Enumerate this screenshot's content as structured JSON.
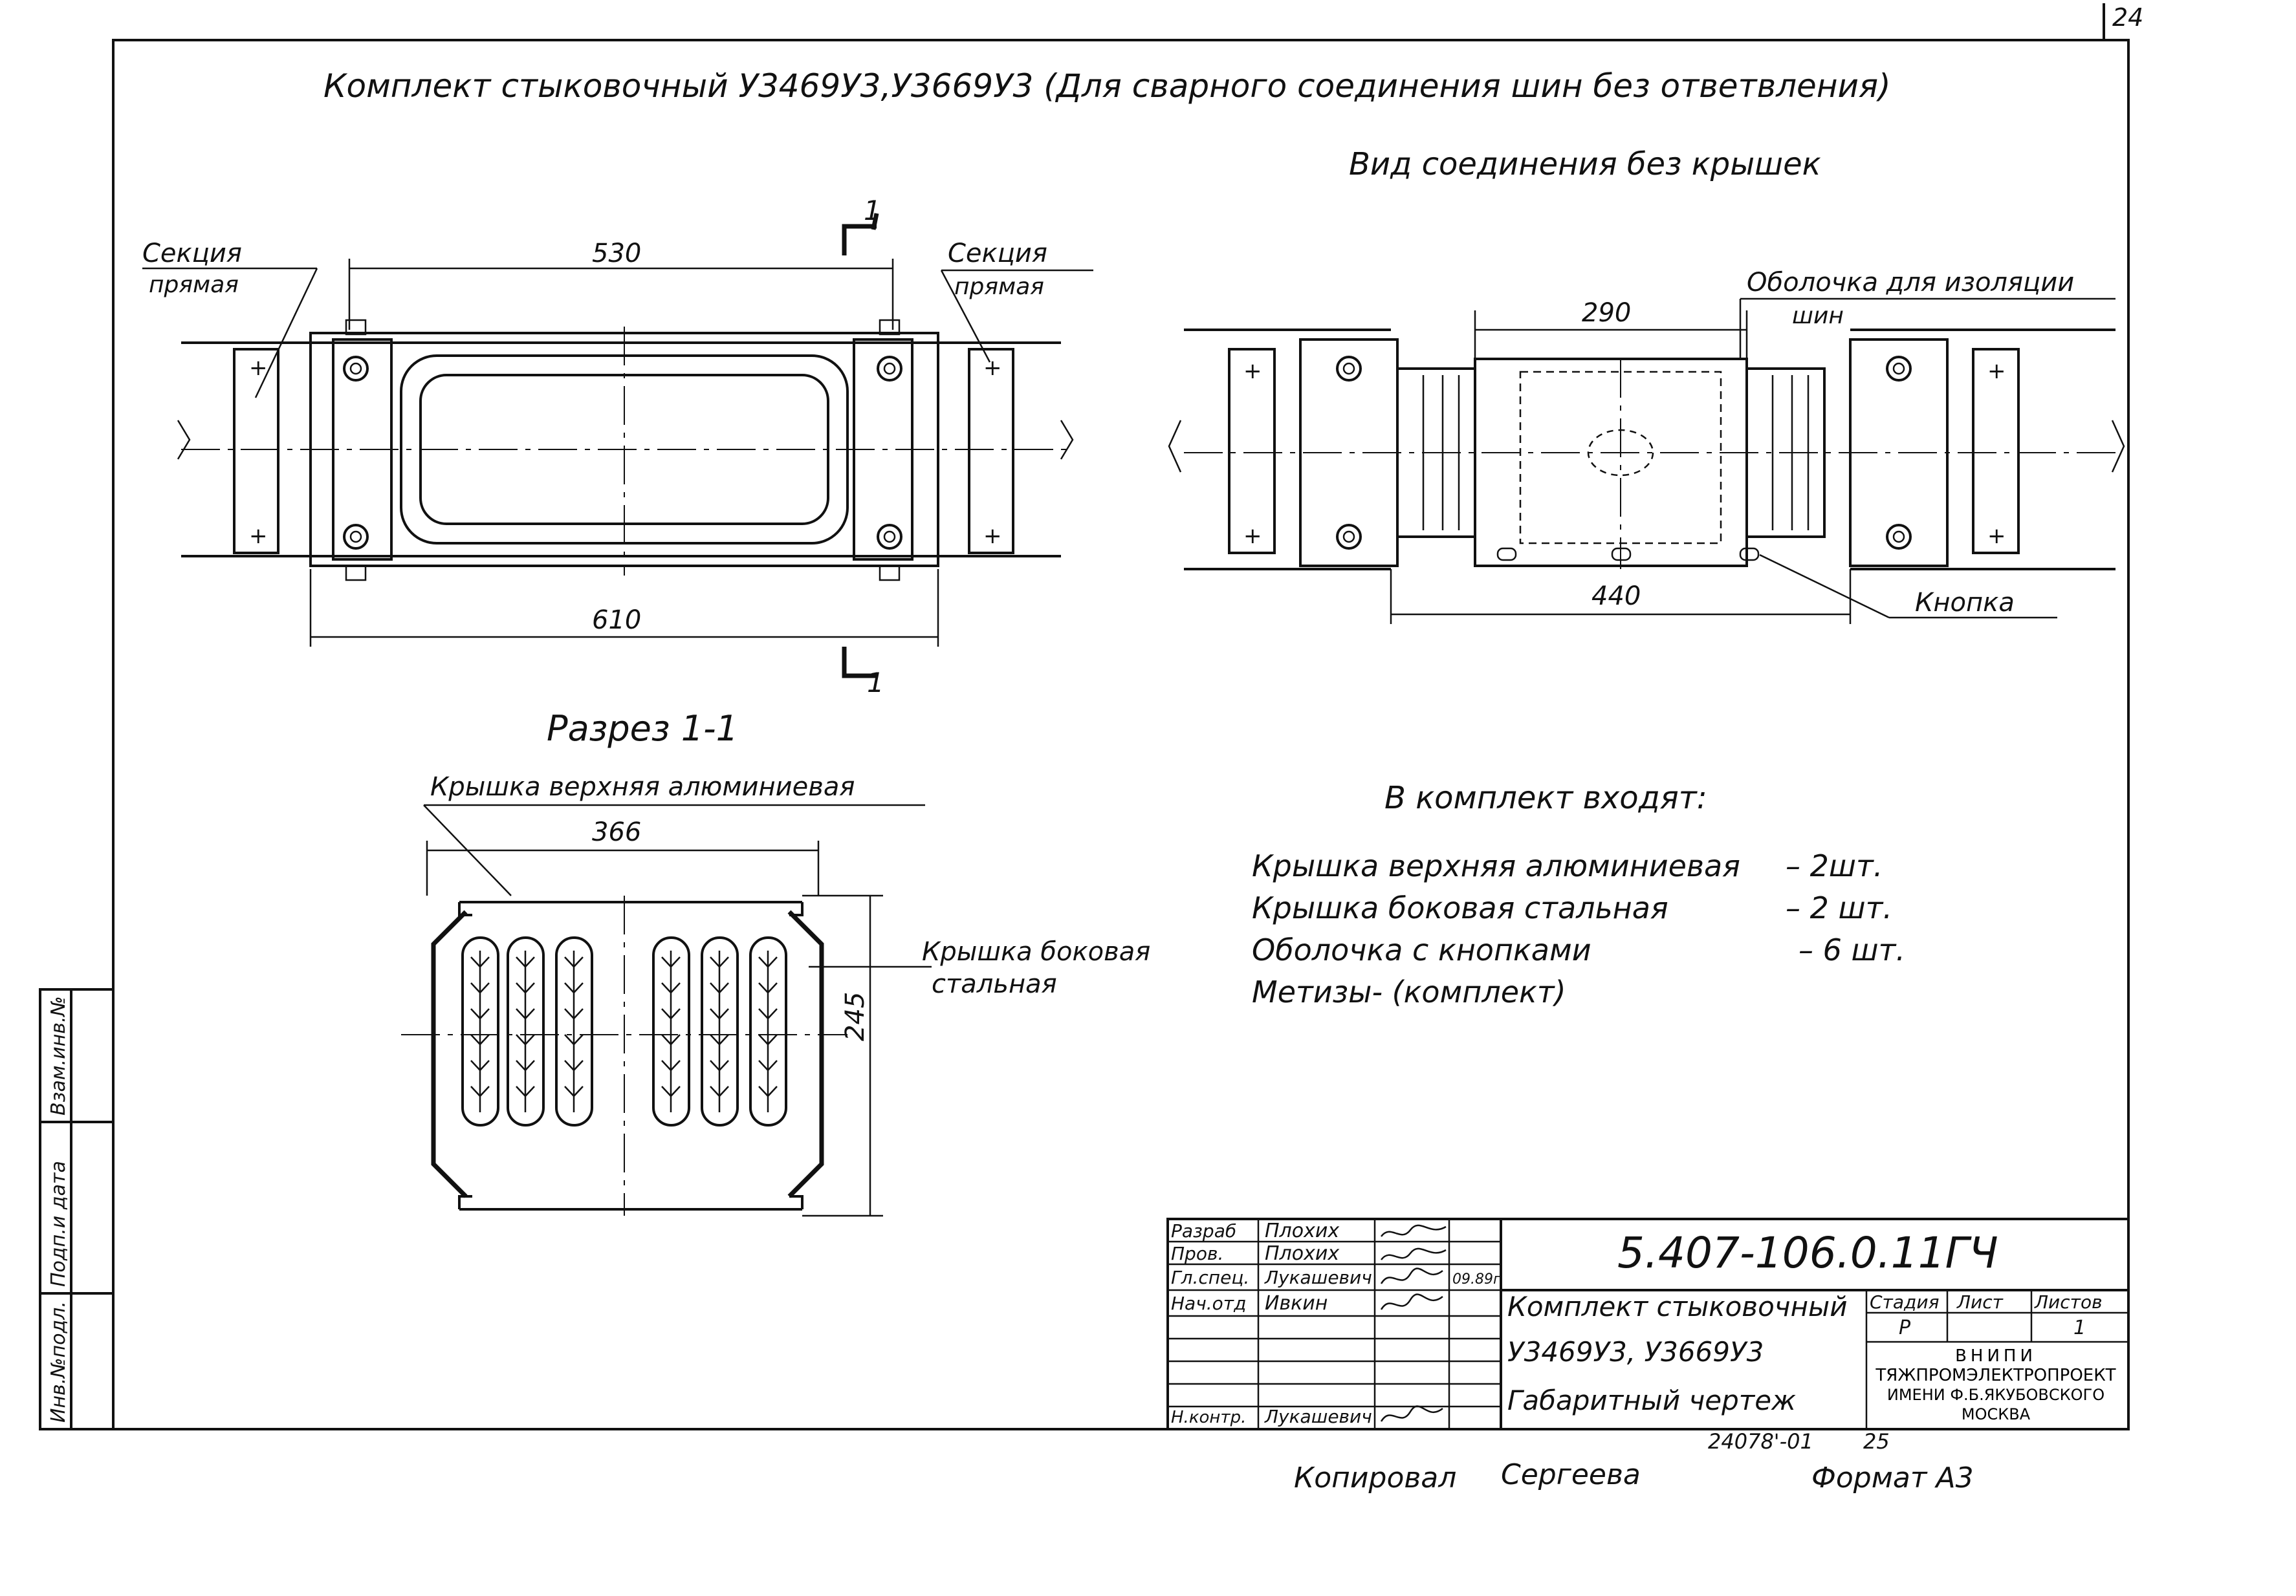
{
  "page_number": "24",
  "title": "Комплект стыковочный У3469У3,У3669У3 (Для сварного соединения шин без ответвления)",
  "view_title": "Вид соединения без крышек",
  "section_title": "Разрез 1-1",
  "section_mark": "1",
  "labels": {
    "section_straight_left": "Секция",
    "section_straight_left_2": "прямая",
    "section_straight_right": "Секция",
    "section_straight_right_2": "прямая",
    "shell_insulation": "Оболочка для изоляции",
    "shell_insulation_2": "шин",
    "button": "Кнопка",
    "top_cover": "Крышка верхняя алюминиевая",
    "side_cover": "Крышка боковая",
    "side_cover_2": "стальная"
  },
  "dimensions": {
    "d530": "530",
    "d610": "610",
    "d290": "290",
    "d440": "440",
    "d366": "366",
    "d245": "245"
  },
  "kit": {
    "heading": "В комплект входят:",
    "items": [
      {
        "name": "Крышка верхняя алюминиевая",
        "qty": "– 2шт."
      },
      {
        "name": "Крышка боковая стальная",
        "qty": "– 2 шт."
      },
      {
        "name": "Оболочка с кнопками",
        "qty": "– 6 шт."
      },
      {
        "name": "Метизы- (комплект)",
        "qty": ""
      }
    ]
  },
  "side_stamp": [
    "Инв.№подл.",
    "Подп.и дата",
    "Взам.инв.№"
  ],
  "title_block": {
    "doc_number": "5.407-106.0.11ГЧ",
    "roles": [
      "Разраб",
      "Пров.",
      "Гл.спец.",
      "Нач.отд",
      "",
      "",
      "",
      "Н.контр."
    ],
    "names": [
      "Плохих",
      "Плохих",
      "Лукашевич",
      "Ивкин",
      "",
      "",
      "",
      "Лукашевич"
    ],
    "date": "09.89г",
    "name_lines": [
      "Комплект стыковочный",
      "У3469У3, У3669У3",
      "Габаритный чертеж"
    ],
    "stage_header": "Стадия",
    "sheet_header": "Лист",
    "sheets_header": "Листов",
    "stage": "Р",
    "sheets": "1",
    "org": [
      "ВНИПИ",
      "ТЯЖПРОМЭЛЕКТРОПРОЕКТ",
      "ИМЕНИ Ф.Б.ЯКУБОВСКОГО",
      "МОСКВА"
    ]
  },
  "footer": {
    "order_no": "24078'-01",
    "page_no": "25",
    "copied": "Копировал",
    "copier": "Сергеева",
    "format": "Формат А3"
  }
}
